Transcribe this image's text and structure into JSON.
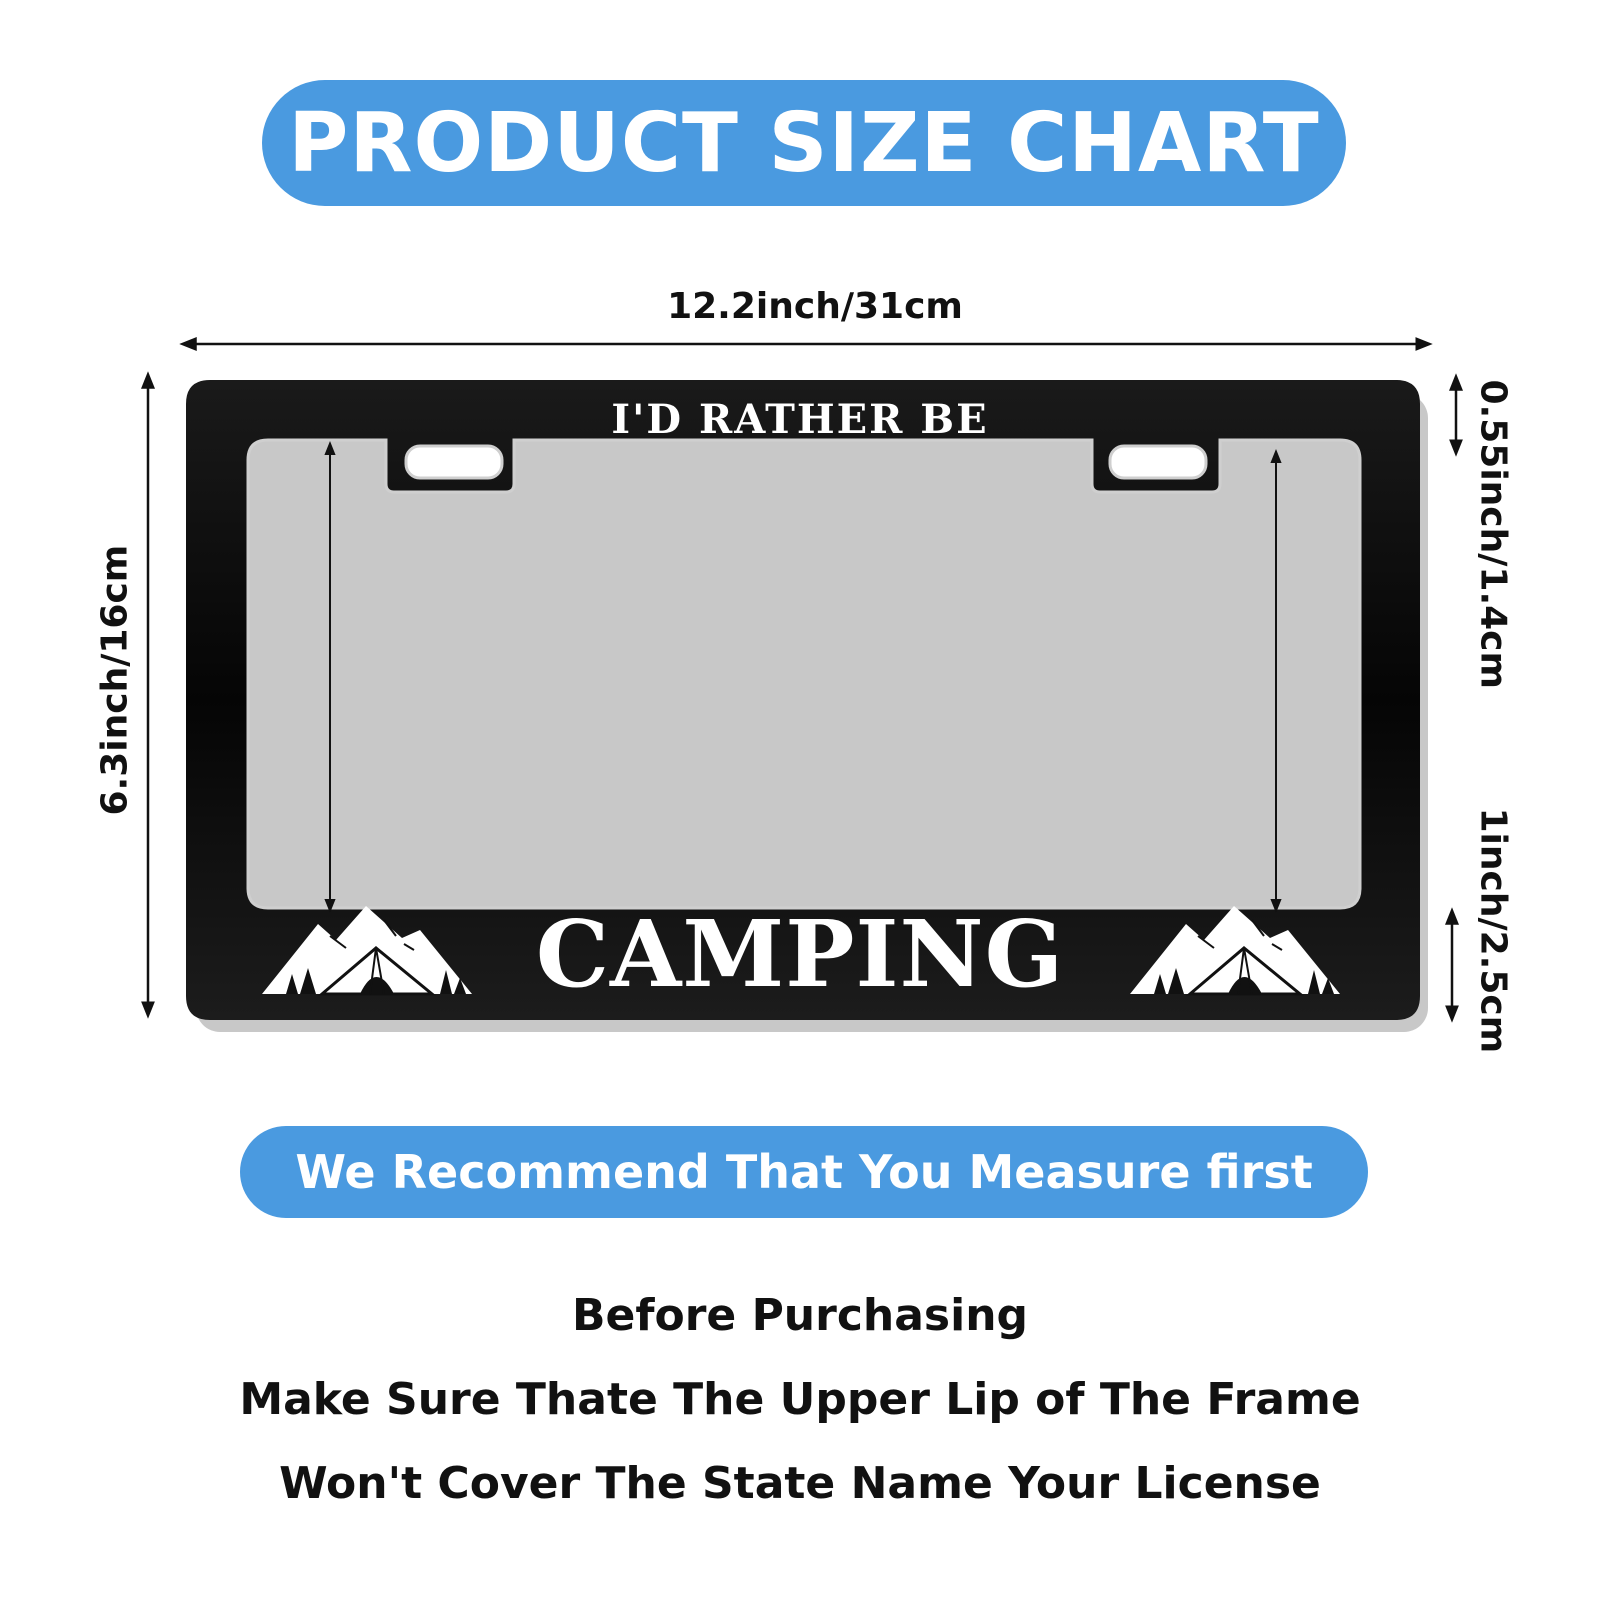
{
  "title": "PRODUCT SIZE CHART",
  "dimensions": {
    "width": "12.2inch/31cm",
    "height": "6.3inch/16cm",
    "top_border": "0.55inch/1.4cm",
    "bottom_border": "1inch/2.5cm"
  },
  "frame": {
    "top_text": "I'D RATHER BE",
    "bottom_text": "CAMPING",
    "decoration_icon": "mountain-tent-icon"
  },
  "recommendation": "We Recommend That You Measure first",
  "notes": [
    "Before Purchasing",
    "Make Sure Thate The Upper Lip of The Frame",
    "Won't Cover The State Name Your License"
  ],
  "colors": {
    "accent": "#4a9ae0",
    "frame": "#0a0a0a",
    "text": "#111111"
  }
}
